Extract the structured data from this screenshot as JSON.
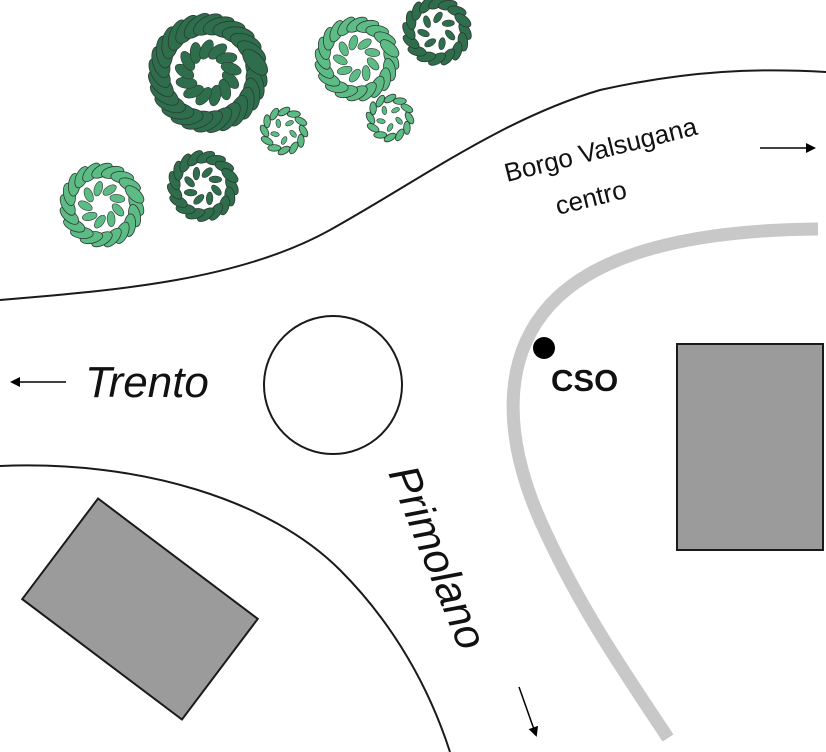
{
  "map": {
    "labels": {
      "borgo_line1": "Borgo Valsugana",
      "borgo_line2": "centro",
      "trento": "Trento",
      "primolano": "Primolano",
      "cso": "CSO"
    },
    "colors": {
      "road_edge": "#1a1a1a",
      "gray_road": "#c8c8c8",
      "building_fill": "#9b9b9b",
      "tree_dark": "#2f6e4d",
      "tree_light": "#5dbb85",
      "tree_outline": "#2a3a30"
    },
    "icons": {
      "direction_arrow": "arrow-icon",
      "location_marker": "dot-marker-icon",
      "tree": "tree-icon"
    }
  }
}
